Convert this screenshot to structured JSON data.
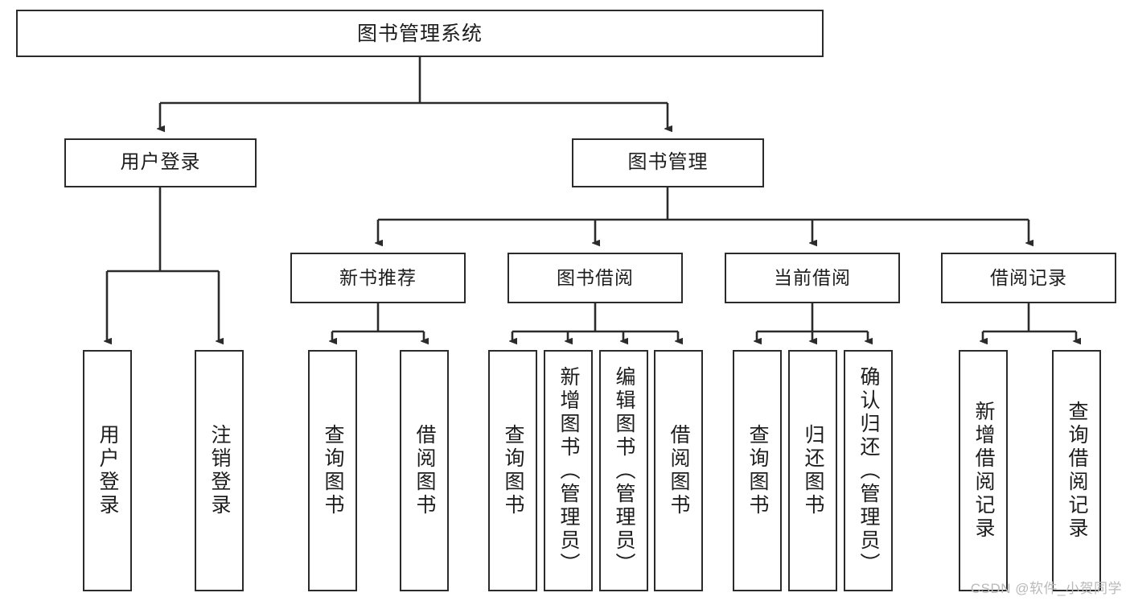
{
  "diagram": {
    "title": "图书管理系统",
    "type": "tree-hierarchy-diagram",
    "theme": {
      "stroke": "#2b2b2b",
      "fill": "#ffffff",
      "text": "#1d1d1d",
      "watermark": "#b9b9b9"
    },
    "root": {
      "label": "图书管理系统"
    },
    "level2": [
      {
        "label": "用户登录"
      },
      {
        "label": "图书管理"
      }
    ],
    "level3": [
      {
        "label": "新书推荐"
      },
      {
        "label": "图书借阅"
      },
      {
        "label": "当前借阅"
      },
      {
        "label": "借阅记录"
      }
    ],
    "leaves": {
      "user_login": [
        {
          "label": "用户登录"
        },
        {
          "label": "注销登录"
        }
      ],
      "new_book_recommend": [
        {
          "label": "查询图书"
        },
        {
          "label": "借阅图书"
        }
      ],
      "book_borrow": [
        {
          "label": "查询图书"
        },
        {
          "label": "新增图书（管理员）"
        },
        {
          "label": "编辑图书（管理员）"
        },
        {
          "label": "借阅图书"
        }
      ],
      "current_borrow": [
        {
          "label": "查询图书"
        },
        {
          "label": "归还图书"
        },
        {
          "label": "确认归还（管理员）"
        }
      ],
      "borrow_record": [
        {
          "label": "新增借阅记录"
        },
        {
          "label": "查询借阅记录"
        }
      ]
    },
    "watermark": "CSDN @软件_小贺同学"
  }
}
